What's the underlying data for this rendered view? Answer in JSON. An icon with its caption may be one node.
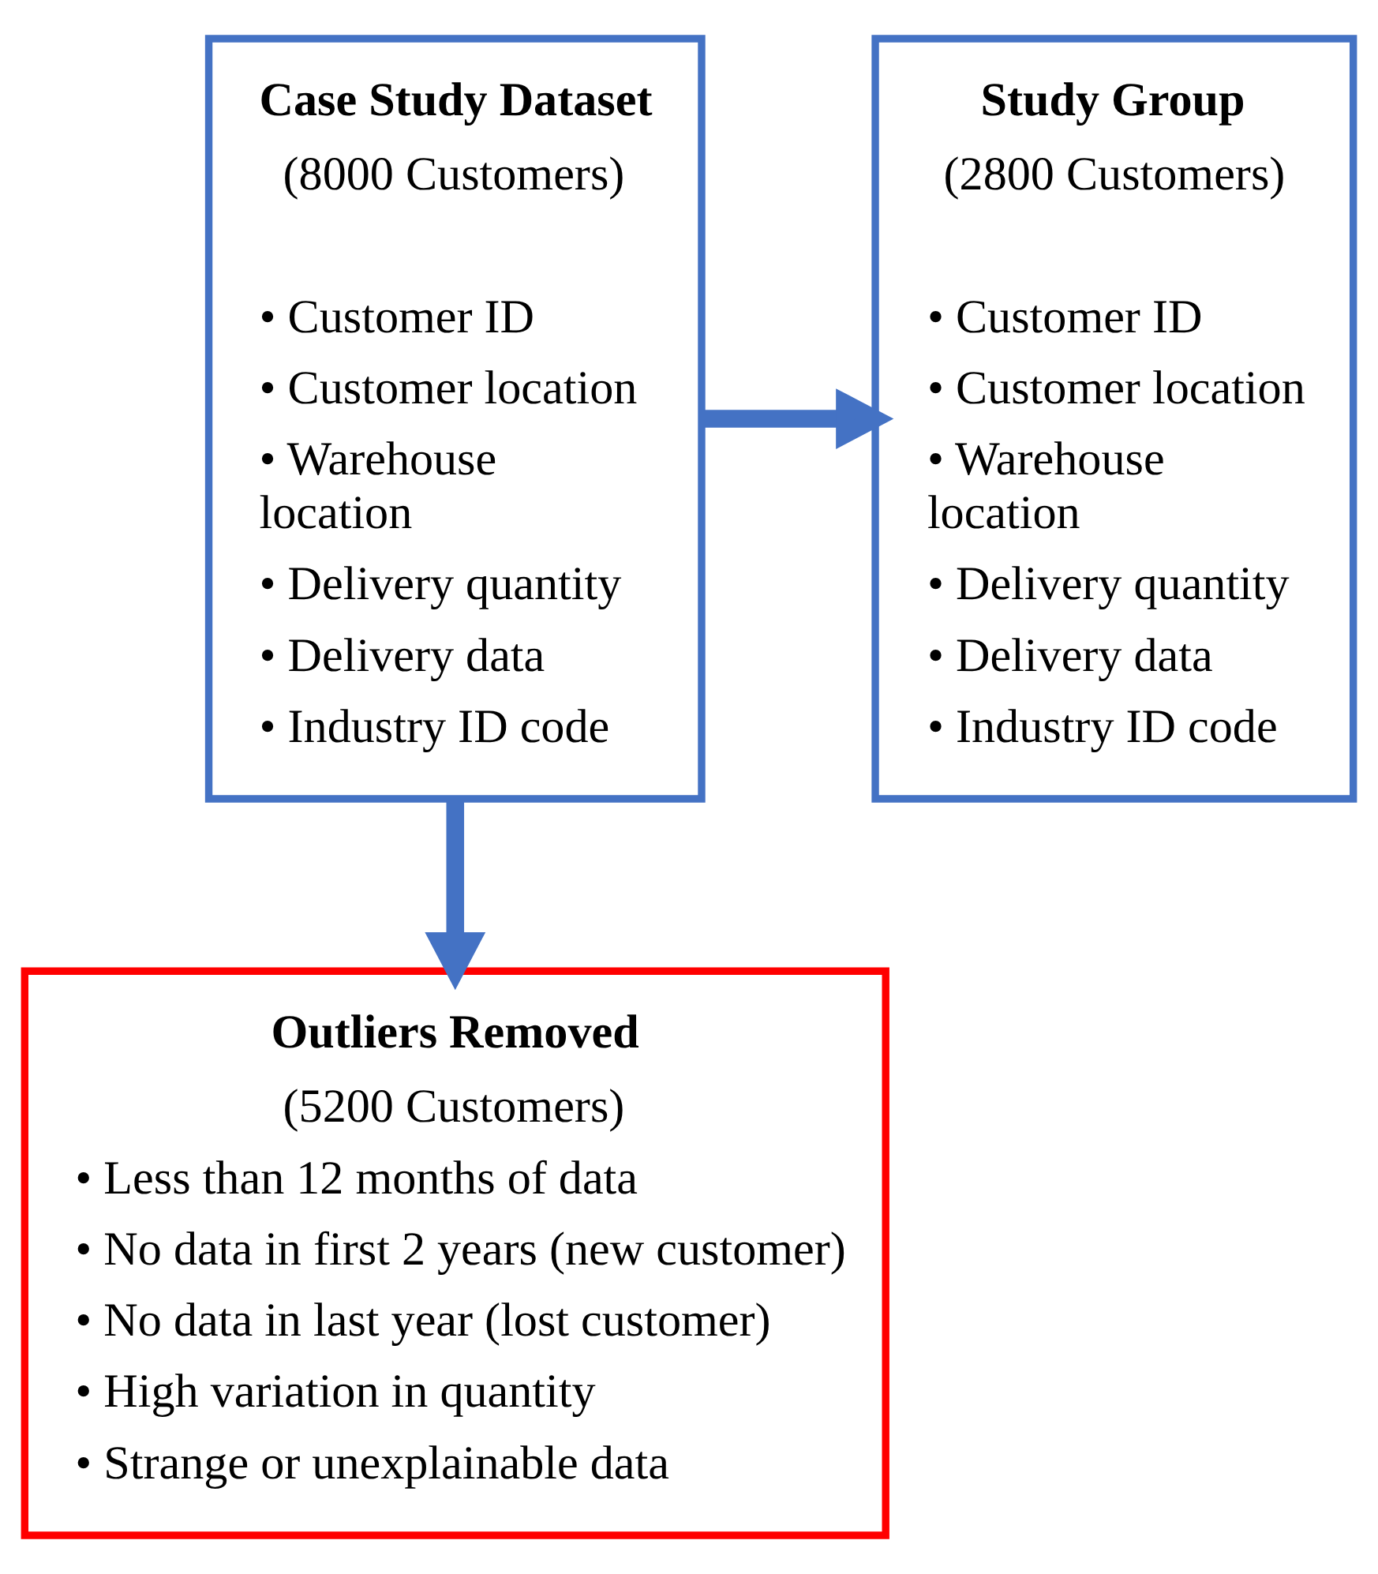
{
  "diagram": {
    "nodes": [
      {
        "text": [
          "Case Study Dataset",
          "(8000 Customers)",
          "• Customer ID",
          "• Customer location",
          "• Warehouse location",
          "• Delivery quantity",
          "• Delivery data",
          "• Industry ID code"
        ]
      },
      {
        "text": [
          "Study Group",
          "(2800 Customers)",
          "• Customer ID",
          "• Customer location",
          "• Warehouse location",
          "• Delivery quantity",
          "• Delivery data",
          "• Industry ID code"
        ]
      },
      {
        "text": [
          "Outliers Removed",
          "(5200 Customers)",
          "• Less than 12 months of data",
          "• No data in first 2 years (new customer)",
          "• No data in last year (lost customer)",
          "• High variation in quantity",
          "• Strange or unexplainable data"
        ]
      }
    ],
    "edges": [
      {
        "from": 0,
        "to": 1,
        "arrow": "to"
      },
      {
        "from": 0,
        "to": 2,
        "arrow": "to"
      }
    ]
  }
}
